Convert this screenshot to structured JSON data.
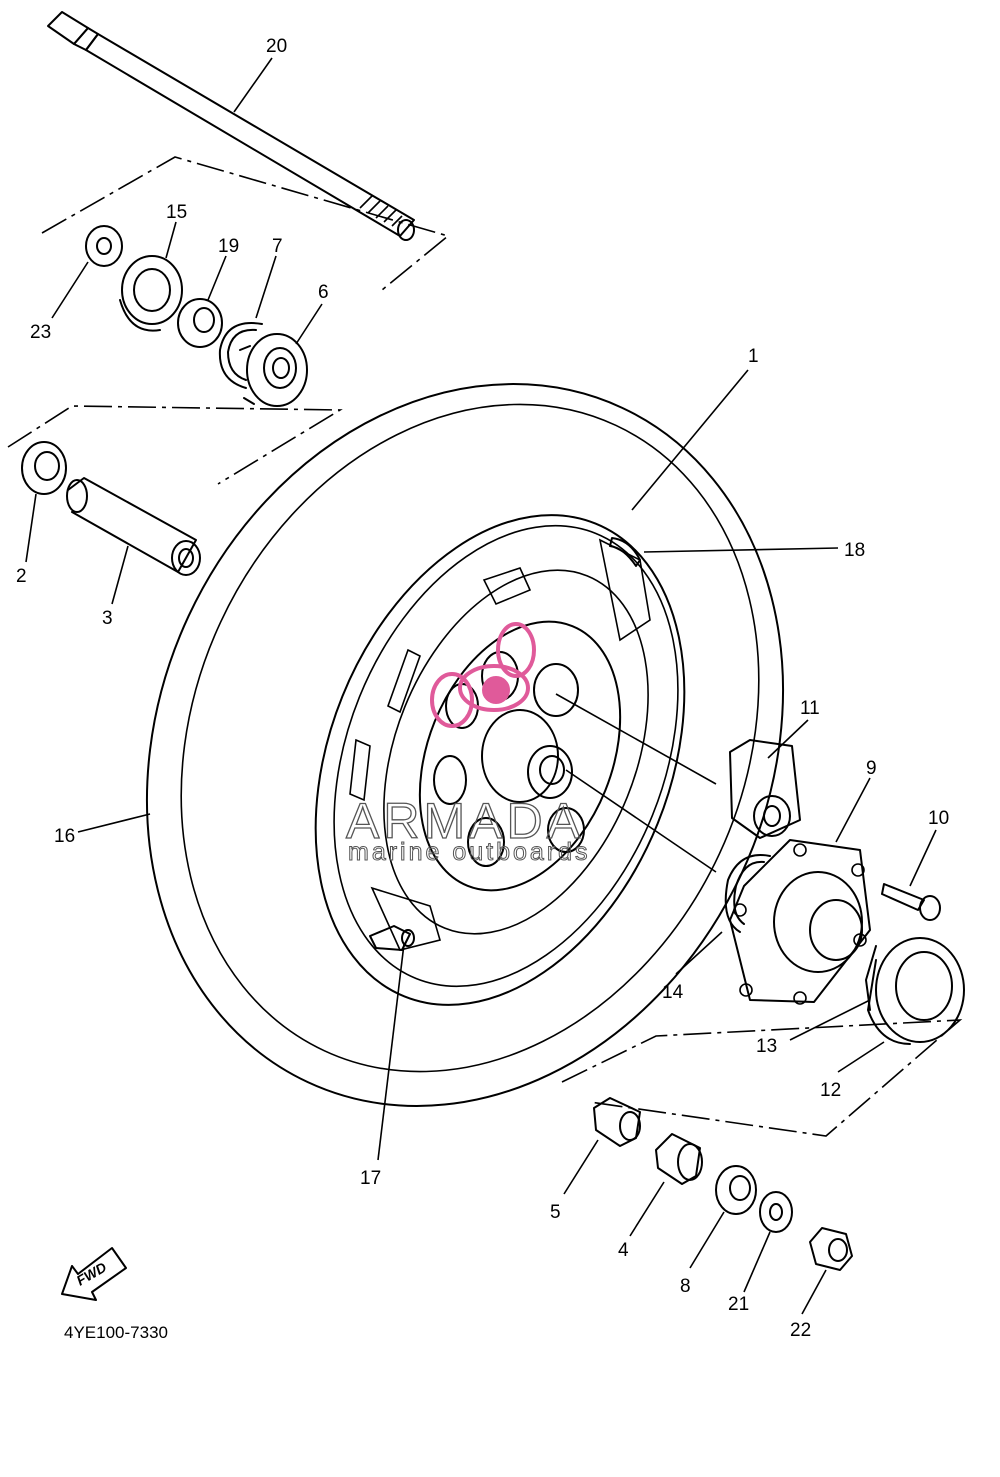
{
  "diagram": {
    "code": "4YE100-7330",
    "fwd_label": "FWD",
    "watermark": {
      "brand": "ARMADA",
      "tagline": "marine outboards",
      "color": "#e05a9a"
    },
    "callouts": [
      {
        "id": "c1",
        "label": "1"
      },
      {
        "id": "c2",
        "label": "2"
      },
      {
        "id": "c3",
        "label": "3"
      },
      {
        "id": "c4",
        "label": "4"
      },
      {
        "id": "c5",
        "label": "5"
      },
      {
        "id": "c6",
        "label": "6"
      },
      {
        "id": "c7",
        "label": "7"
      },
      {
        "id": "c8",
        "label": "8"
      },
      {
        "id": "c9",
        "label": "9"
      },
      {
        "id": "c10",
        "label": "10"
      },
      {
        "id": "c11",
        "label": "11"
      },
      {
        "id": "c12",
        "label": "12"
      },
      {
        "id": "c13",
        "label": "13"
      },
      {
        "id": "c14",
        "label": "14"
      },
      {
        "id": "c15",
        "label": "15"
      },
      {
        "id": "c16",
        "label": "16"
      },
      {
        "id": "c17",
        "label": "17"
      },
      {
        "id": "c18",
        "label": "18"
      },
      {
        "id": "c19",
        "label": "19"
      },
      {
        "id": "c20",
        "label": "20"
      },
      {
        "id": "c21",
        "label": "21"
      },
      {
        "id": "c22",
        "label": "22"
      },
      {
        "id": "c23",
        "label": "23"
      }
    ]
  }
}
